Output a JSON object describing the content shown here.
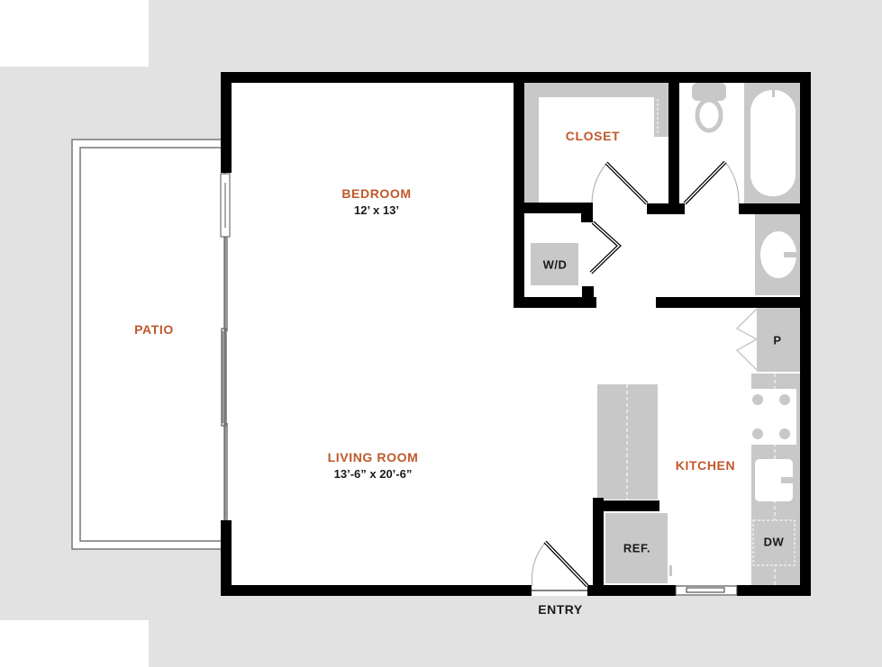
{
  "floorplan": {
    "colors": {
      "background": "#e2e2e2",
      "wall": "#000000",
      "fixture": "#c8c8c8",
      "room_label": "#c0592b",
      "text": "#1a1a1a"
    },
    "rooms": {
      "bedroom": {
        "label": "BEDROOM",
        "dimensions": "12’ x 13’"
      },
      "living_room": {
        "label": "LIVING ROOM",
        "dimensions": "13’-6” x 20’-6”"
      },
      "patio": {
        "label": "PATIO"
      },
      "closet": {
        "label": "CLOSET"
      },
      "kitchen": {
        "label": "KITCHEN"
      }
    },
    "fixtures": {
      "washer_dryer": "W/D",
      "pantry": "P",
      "refrigerator": "REF.",
      "dishwasher": "DW"
    },
    "entry": {
      "label": "ENTRY"
    }
  }
}
